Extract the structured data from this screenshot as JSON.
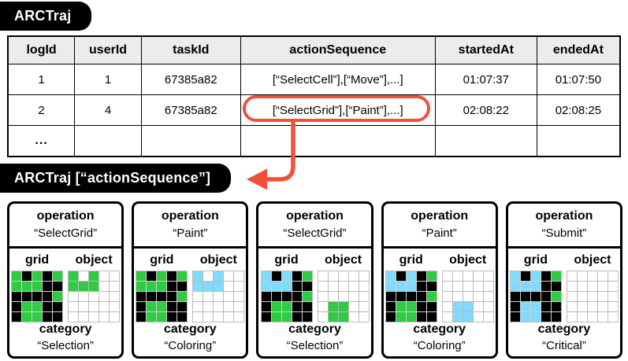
{
  "colors": {
    "accent_red": "#F0503C",
    "tag_bg": "#000000",
    "tag_fg": "#FFFFFF",
    "header_bg": "#ECECEC",
    "cell_palette": {
      "g": "#2ECC40",
      "b": "#7FDBFF",
      "k": "#000000",
      "w": "#FFFFFF"
    }
  },
  "labels": {
    "table_tag": "ARCTraj",
    "sequence_tag": "ARCTraj [“actionSequence”]"
  },
  "card_labels": {
    "operation": "operation",
    "grid": "grid",
    "object": "object",
    "category": "category"
  },
  "table": {
    "headers": [
      "logId",
      "userId",
      "taskId",
      "actionSequence",
      "startedAt",
      "endedAt"
    ],
    "rows": [
      [
        "1",
        "1",
        "67385a82",
        "[“SelectCell”],[“Move”],...]",
        "01:07:37",
        "01:07:50"
      ],
      [
        "2",
        "4",
        "67385a82",
        "[“SelectGrid”],[“Paint”],...]",
        "02:08:22",
        "02:08:25"
      ],
      [
        "...",
        "",
        "",
        "",
        "",
        ""
      ]
    ]
  },
  "cards": [
    {
      "operation": "“SelectGrid”",
      "grid": [
        "gkgkg",
        "gggkk",
        "kkkkg",
        "kggkk",
        "kggkk"
      ],
      "object": [
        "gwgww",
        "gggww",
        "wwwww",
        "wwwww",
        "wwwww"
      ],
      "category": "“Selection”"
    },
    {
      "operation": "“Paint”",
      "grid": [
        "gkgkg",
        "gggkk",
        "kkkkg",
        "kggkk",
        "kggkk"
      ],
      "object": [
        "bwbww",
        "bbbww",
        "wwwww",
        "wwwww",
        "wwwww"
      ],
      "category": "“Coloring”"
    },
    {
      "operation": "“SelectGrid”",
      "grid": [
        "bkbkg",
        "bbbkk",
        "kkkkg",
        "kggkk",
        "kggkk"
      ],
      "object": [
        "wwwww",
        "wwwww",
        "wwwww",
        "wggww",
        "wggww"
      ],
      "category": "“Selection”"
    },
    {
      "operation": "“Paint”",
      "grid": [
        "bkbkg",
        "bbbkk",
        "kkkkg",
        "kggkk",
        "kggkk"
      ],
      "object": [
        "wwwww",
        "wwwww",
        "wwwww",
        "wbbww",
        "wbbww"
      ],
      "category": "“Coloring”"
    },
    {
      "operation": "“Submit”",
      "grid": [
        "bkbkg",
        "bbbkk",
        "kkkkg",
        "kbbkk",
        "kbbkk"
      ],
      "object": [
        "wwwww",
        "wwwww",
        "wwwww",
        "wwwww",
        "wwwww"
      ],
      "category": "“Critical”"
    }
  ]
}
